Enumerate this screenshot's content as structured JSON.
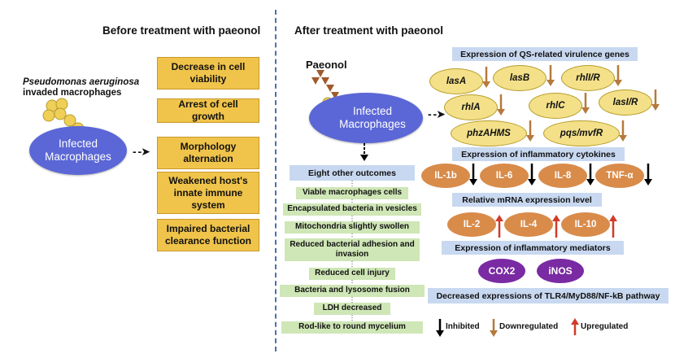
{
  "left": {
    "header": "Before treatment with paeonol",
    "bacteria_label_line1": "Pseudomonas aeruginosa",
    "bacteria_label_line2": "invaded macrophages",
    "cell_label_line1": "Infected",
    "cell_label_line2": "Macrophages",
    "outcomes": [
      "Decrease in cell viability",
      "Arrest of cell growth",
      "Morphology alternation",
      "Weakened host's innate immune system",
      "Impaired bacterial clearance function"
    ]
  },
  "right": {
    "header": "After treatment with paeonol",
    "paeonol_label": "Paeonol",
    "cell_label_line1": "Infected",
    "cell_label_line2": "Macrophages",
    "eight_title": "Eight other outcomes",
    "eight_items": [
      "Viable macrophages cells",
      "Encapsulated bacteria in vesicles",
      "Mitochondria slightly swollen",
      "Reduced bacterial adhesion and invasion",
      "Reduced cell injury",
      "Bacteria and lysosome fusion",
      "LDH decreased",
      "Rod-like to round mycelium"
    ],
    "qs_title": "Expression of QS-related virulence genes",
    "qs_genes": [
      "lasA",
      "lasB",
      "rhlI/R",
      "rhlA",
      "rhlC",
      "lasI/R",
      "phzAHMS",
      "pqs/mvfR"
    ],
    "cyto_title": "Expression of inflammatory cytokines",
    "cytokines": [
      "IL-1b",
      "IL-6",
      "IL-8",
      "TNF-α"
    ],
    "mrna_title": "Relative mRNA expression level",
    "mrna_items": [
      "IL-2",
      "IL-4",
      "IL-10"
    ],
    "med_title": "Expression of inflammatory mediators",
    "mediators": [
      "COX2",
      "iNOS"
    ],
    "pathway_text": "Decreased expressions of TLR4/MyD88/NF-kB pathway"
  },
  "legend": {
    "inhibited": "Inhibited",
    "downregulated": "Downregulated",
    "upregulated": "Upregulated"
  },
  "colors": {
    "outcome_yellow": "#f0c44a",
    "cell_blue": "#5b67d6",
    "green_box": "#cfe6b6",
    "blue_box": "#c8d8f0",
    "gene_yellow": "#f3e089",
    "cytokine_orange": "#d98b4a",
    "mediator_purple": "#7a2aa3",
    "arrow_brown": "#b5793c",
    "arrow_red": "#d23a2a",
    "divider_blue": "#4a6fb5"
  }
}
